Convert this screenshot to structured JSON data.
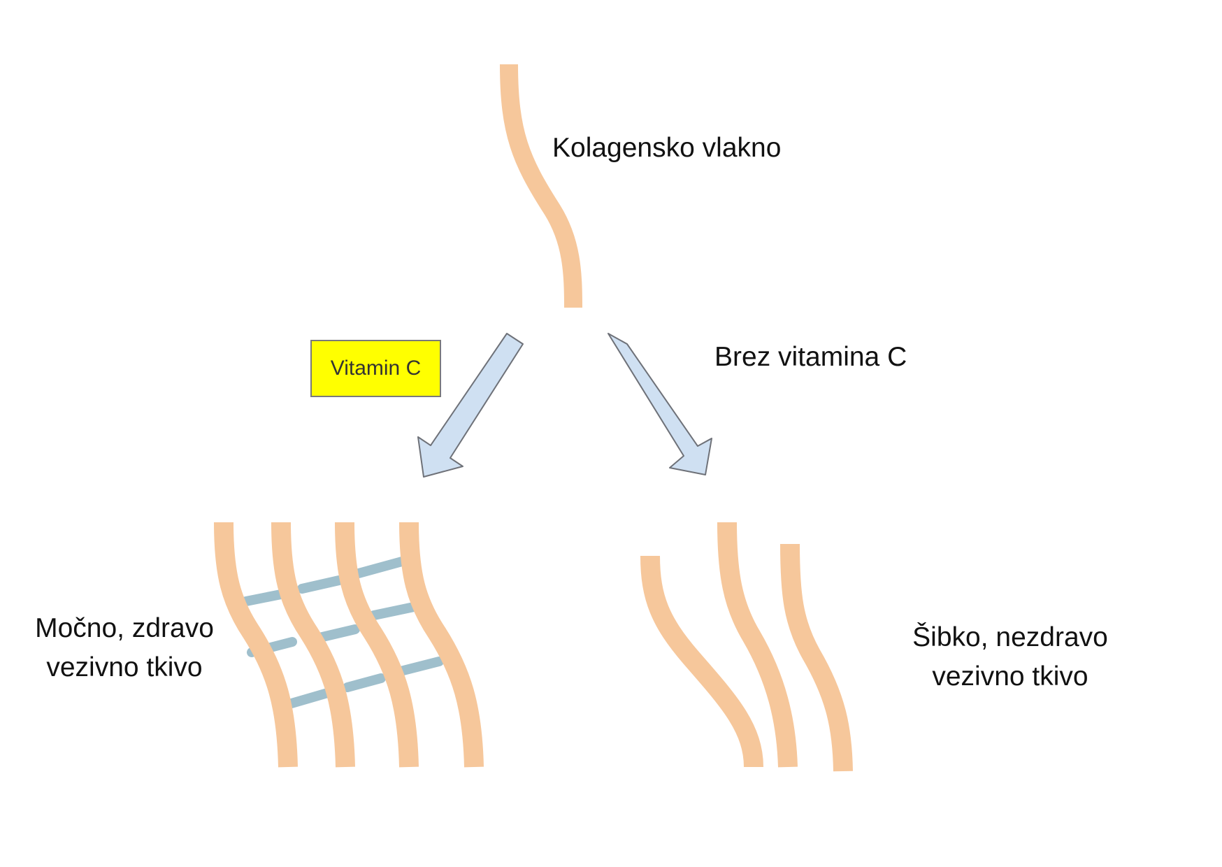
{
  "labels": {
    "fiber": "Kolagensko vlakno",
    "with_vitamin": "Vitamin C",
    "without_vitamin": "Brez vitamina C",
    "strong_line1": "Močno, zdravo",
    "strong_line2": "vezivno tkivo",
    "weak_line1": "Šibko, nezdravo",
    "weak_line2": "vezivno tkivo"
  },
  "colors": {
    "fiber": "#f6c79b",
    "crosslink": "#9fbfcc",
    "arrow_fill": "#cfe0f2",
    "arrow_stroke": "#6e7178",
    "tag_fill": "#ffff00"
  }
}
